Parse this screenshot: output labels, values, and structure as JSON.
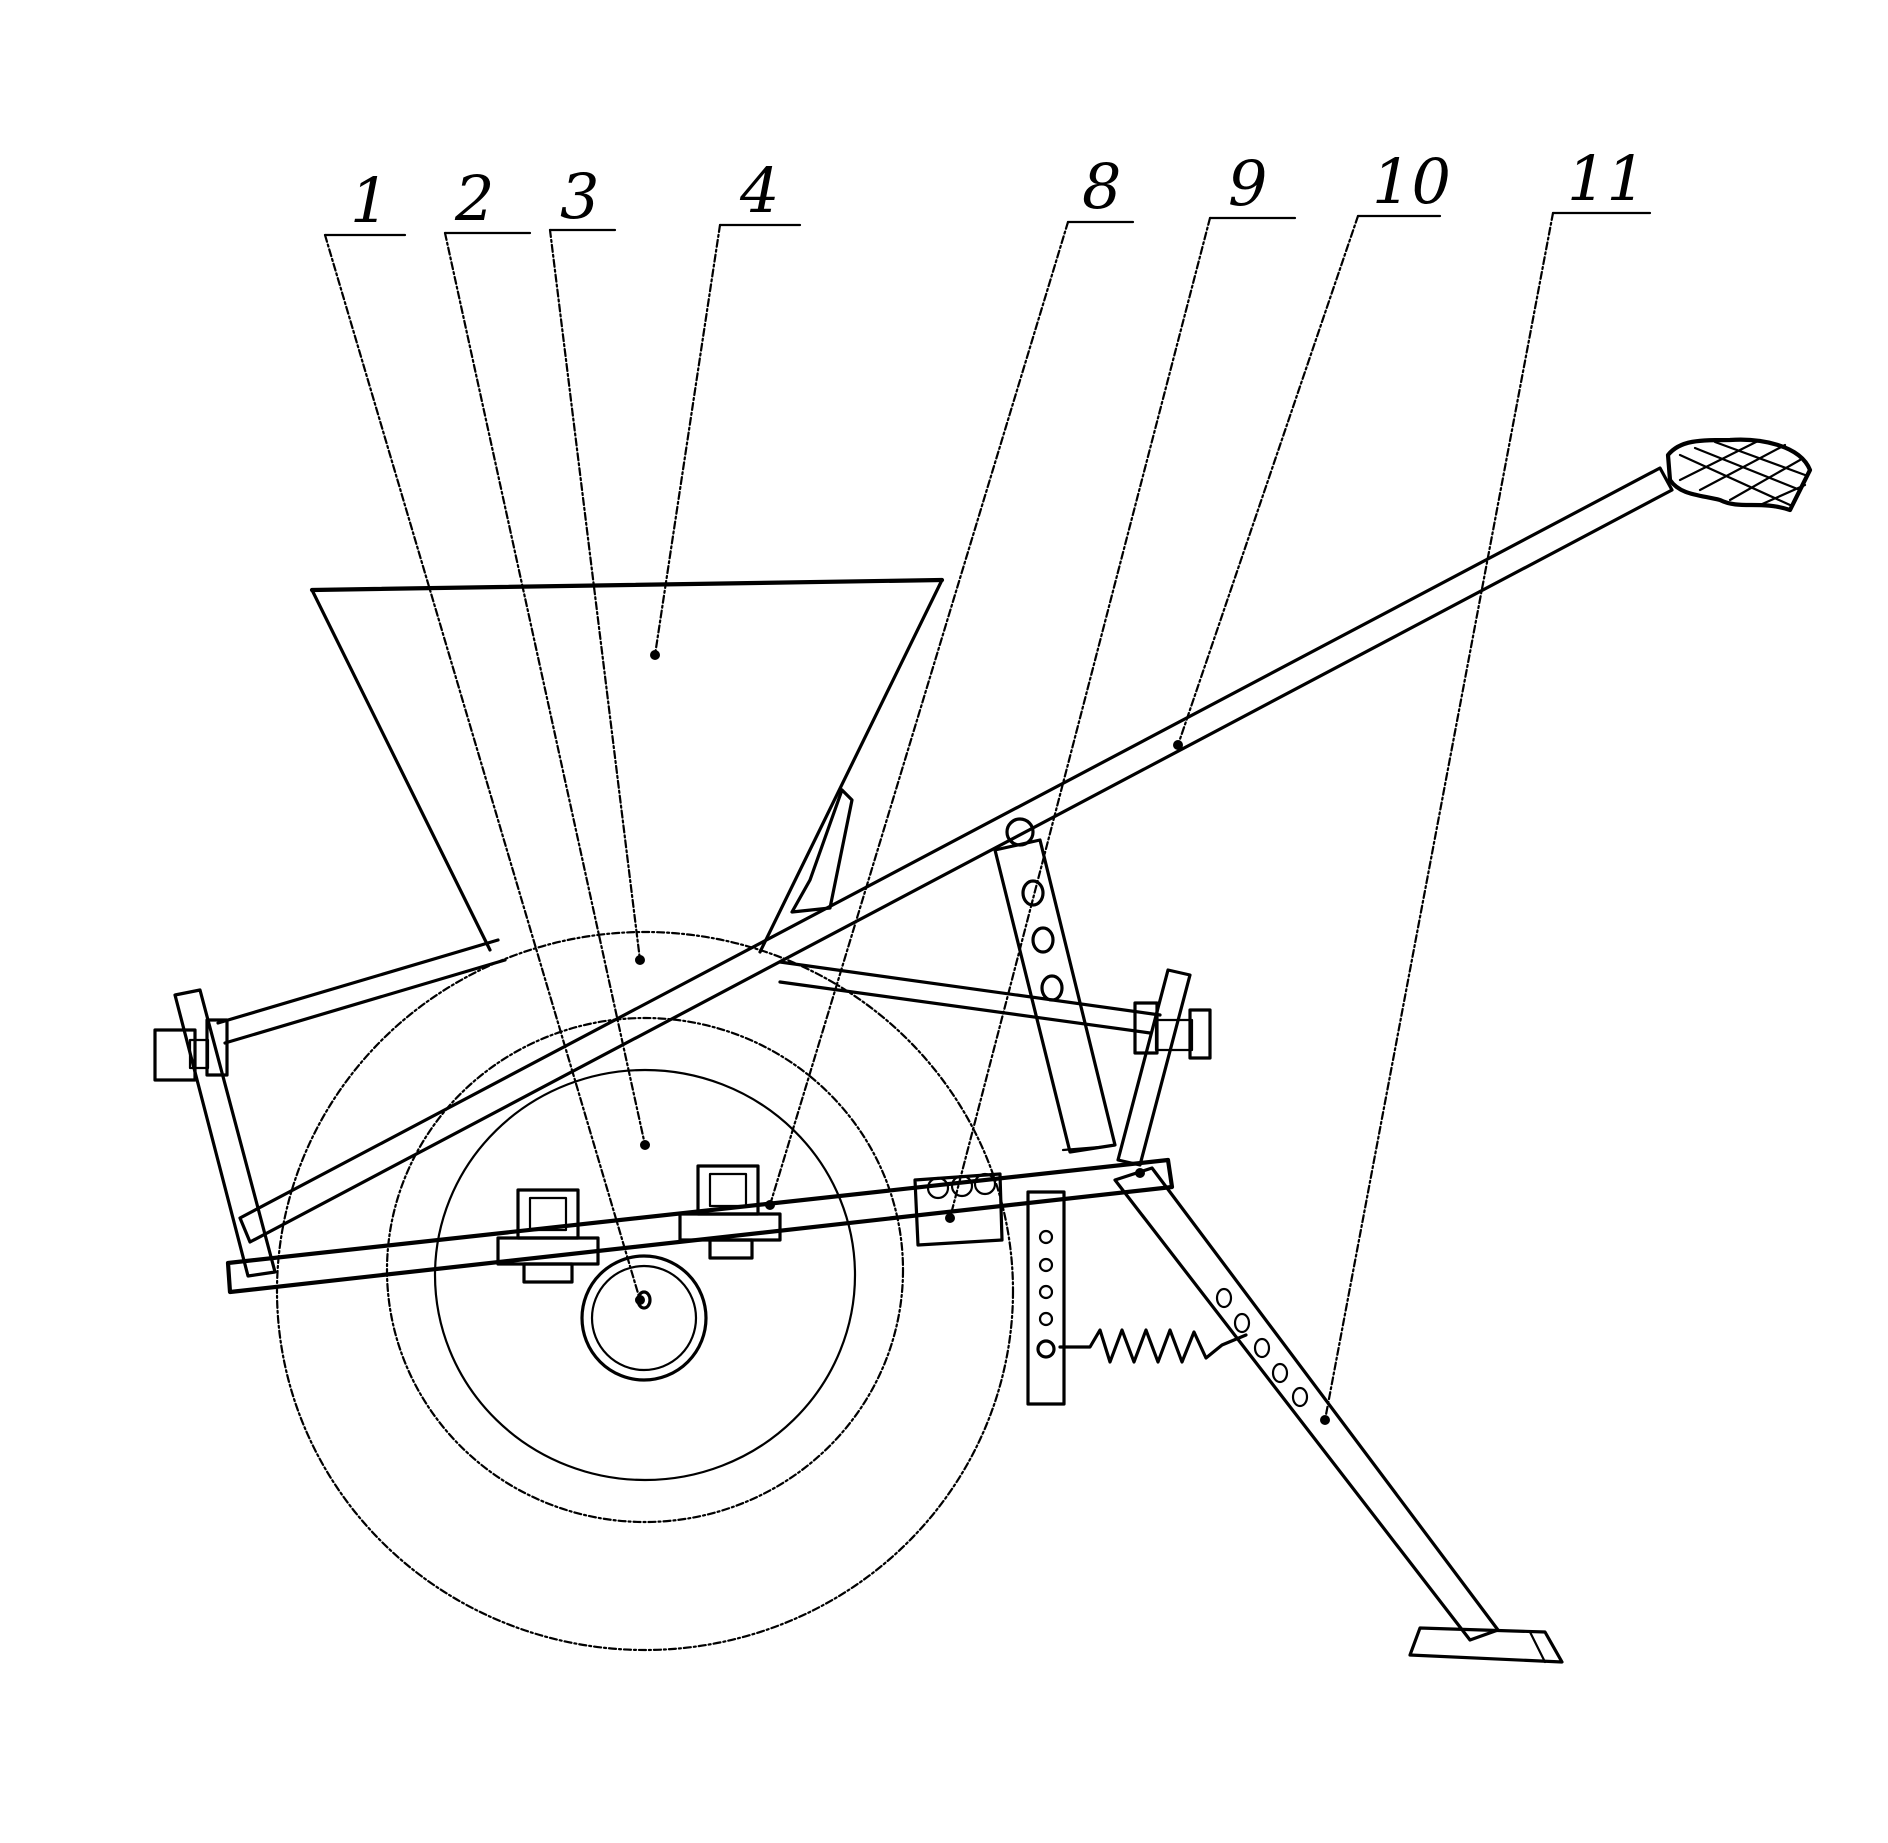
{
  "callouts": [
    {
      "id": "1",
      "label": "1"
    },
    {
      "id": "2",
      "label": "2"
    },
    {
      "id": "3",
      "label": "3"
    },
    {
      "id": "4",
      "label": "4"
    },
    {
      "id": "8",
      "label": "8"
    },
    {
      "id": "9",
      "label": "9"
    },
    {
      "id": "10",
      "label": "10"
    },
    {
      "id": "11",
      "label": "11"
    }
  ]
}
